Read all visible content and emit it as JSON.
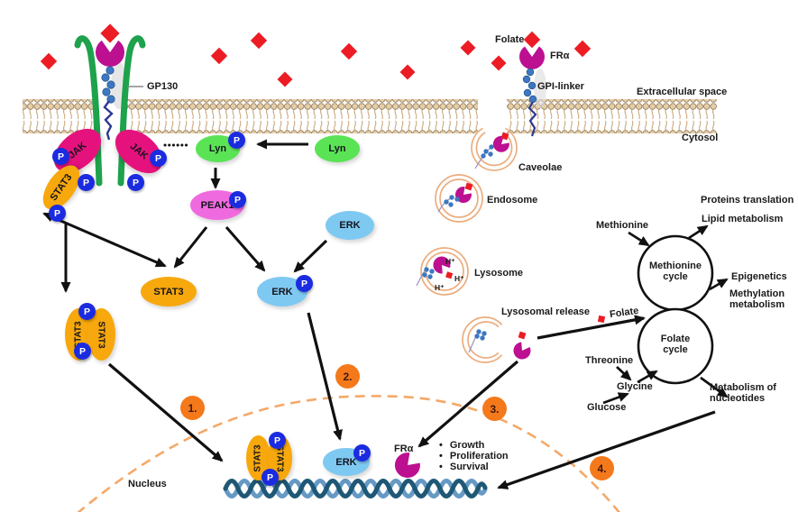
{
  "colors": {
    "jak": "#E5127D",
    "stat3": "#F7A80D",
    "lyn": "#5BE356",
    "peak1": "#F06ADF",
    "erk": "#7EC9F2",
    "fra": "#BC1091",
    "p_badge": "#1B2BE0",
    "step": "#F4791B",
    "folate": "#EC1C24",
    "membrane_head": "#E6CDA9",
    "membrane_tail": "#C9A87D",
    "gp130_green": "#1EA24C",
    "vesicle": "#EBAD7E",
    "nucleus_dash": "#F4A968",
    "dna_dark": "#1F5876",
    "dna_light": "#6699C4",
    "gpi_bead": "#3D77C2",
    "gpi_anchor": "#2B3990"
  },
  "labels": {
    "gp130": "GP130",
    "folate": "Folate",
    "fra": "FRα",
    "gpi_linker": "GPI-linker",
    "extracellular": "Extracellular space",
    "cytosol": "Cytosol",
    "caveolae": "Caveolae",
    "endosome": "Endosome",
    "lysosome": "Lysosome",
    "lysosomal_release": "Lysosomal release",
    "h_plus": "H⁺",
    "nucleus": "Nucleus"
  },
  "proteins": {
    "jak": "JAK",
    "stat3": "STAT3",
    "lyn": "Lyn",
    "peak1": "PEAK1",
    "erk": "ERK",
    "p": "P"
  },
  "steps": {
    "s1": "1.",
    "s2": "2.",
    "s3": "3.",
    "s4": "4."
  },
  "outcomes": {
    "bullet": "•",
    "items": [
      "Growth",
      "Proliferation",
      "Survival"
    ]
  },
  "metabolism": {
    "methionine": "Methionine",
    "methionine_cycle": "Methionine cycle",
    "folate_cycle": "Folate cycle",
    "proteins_translation": "Proteins translation",
    "lipid_metabolism": "Lipid metabolism",
    "epigenetics": "Epigenetics",
    "methylation_metabolism": "Methylation metabolism",
    "threonine": "Threonine",
    "glycine": "Glycine",
    "glucose": "Glucose",
    "metabolism_nucleotides": "Metabolism of nucleotides"
  }
}
